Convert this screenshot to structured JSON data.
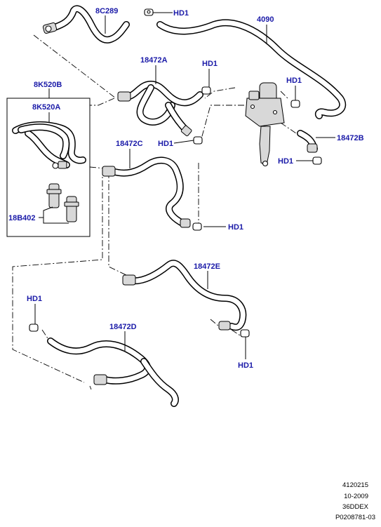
{
  "labels": {
    "l_8c289": "8C289",
    "l_hd1_top": "HD1",
    "l_4090": "4090",
    "l_18472a": "18472A",
    "l_hd1_a": "HD1",
    "l_hd1_r": "HD1",
    "l_8k520b": "8K520B",
    "l_8k520a": "8K520A",
    "l_hd1_mid": "HD1",
    "l_18472c": "18472C",
    "l_18472b": "18472B",
    "l_hd1_rb": "HD1",
    "l_18b402": "18B402",
    "l_hd1_c": "HD1",
    "l_18472e": "18472E",
    "l_hd1_left": "HD1",
    "l_18472d": "18472D",
    "l_hd1_e": "HD1"
  },
  "footer": {
    "line1": "4120215",
    "line2": "10-2009",
    "line3": "36DDEX",
    "line4": "P0208781-03"
  },
  "colors": {
    "label": "#1a1aa8",
    "line": "#000000"
  }
}
